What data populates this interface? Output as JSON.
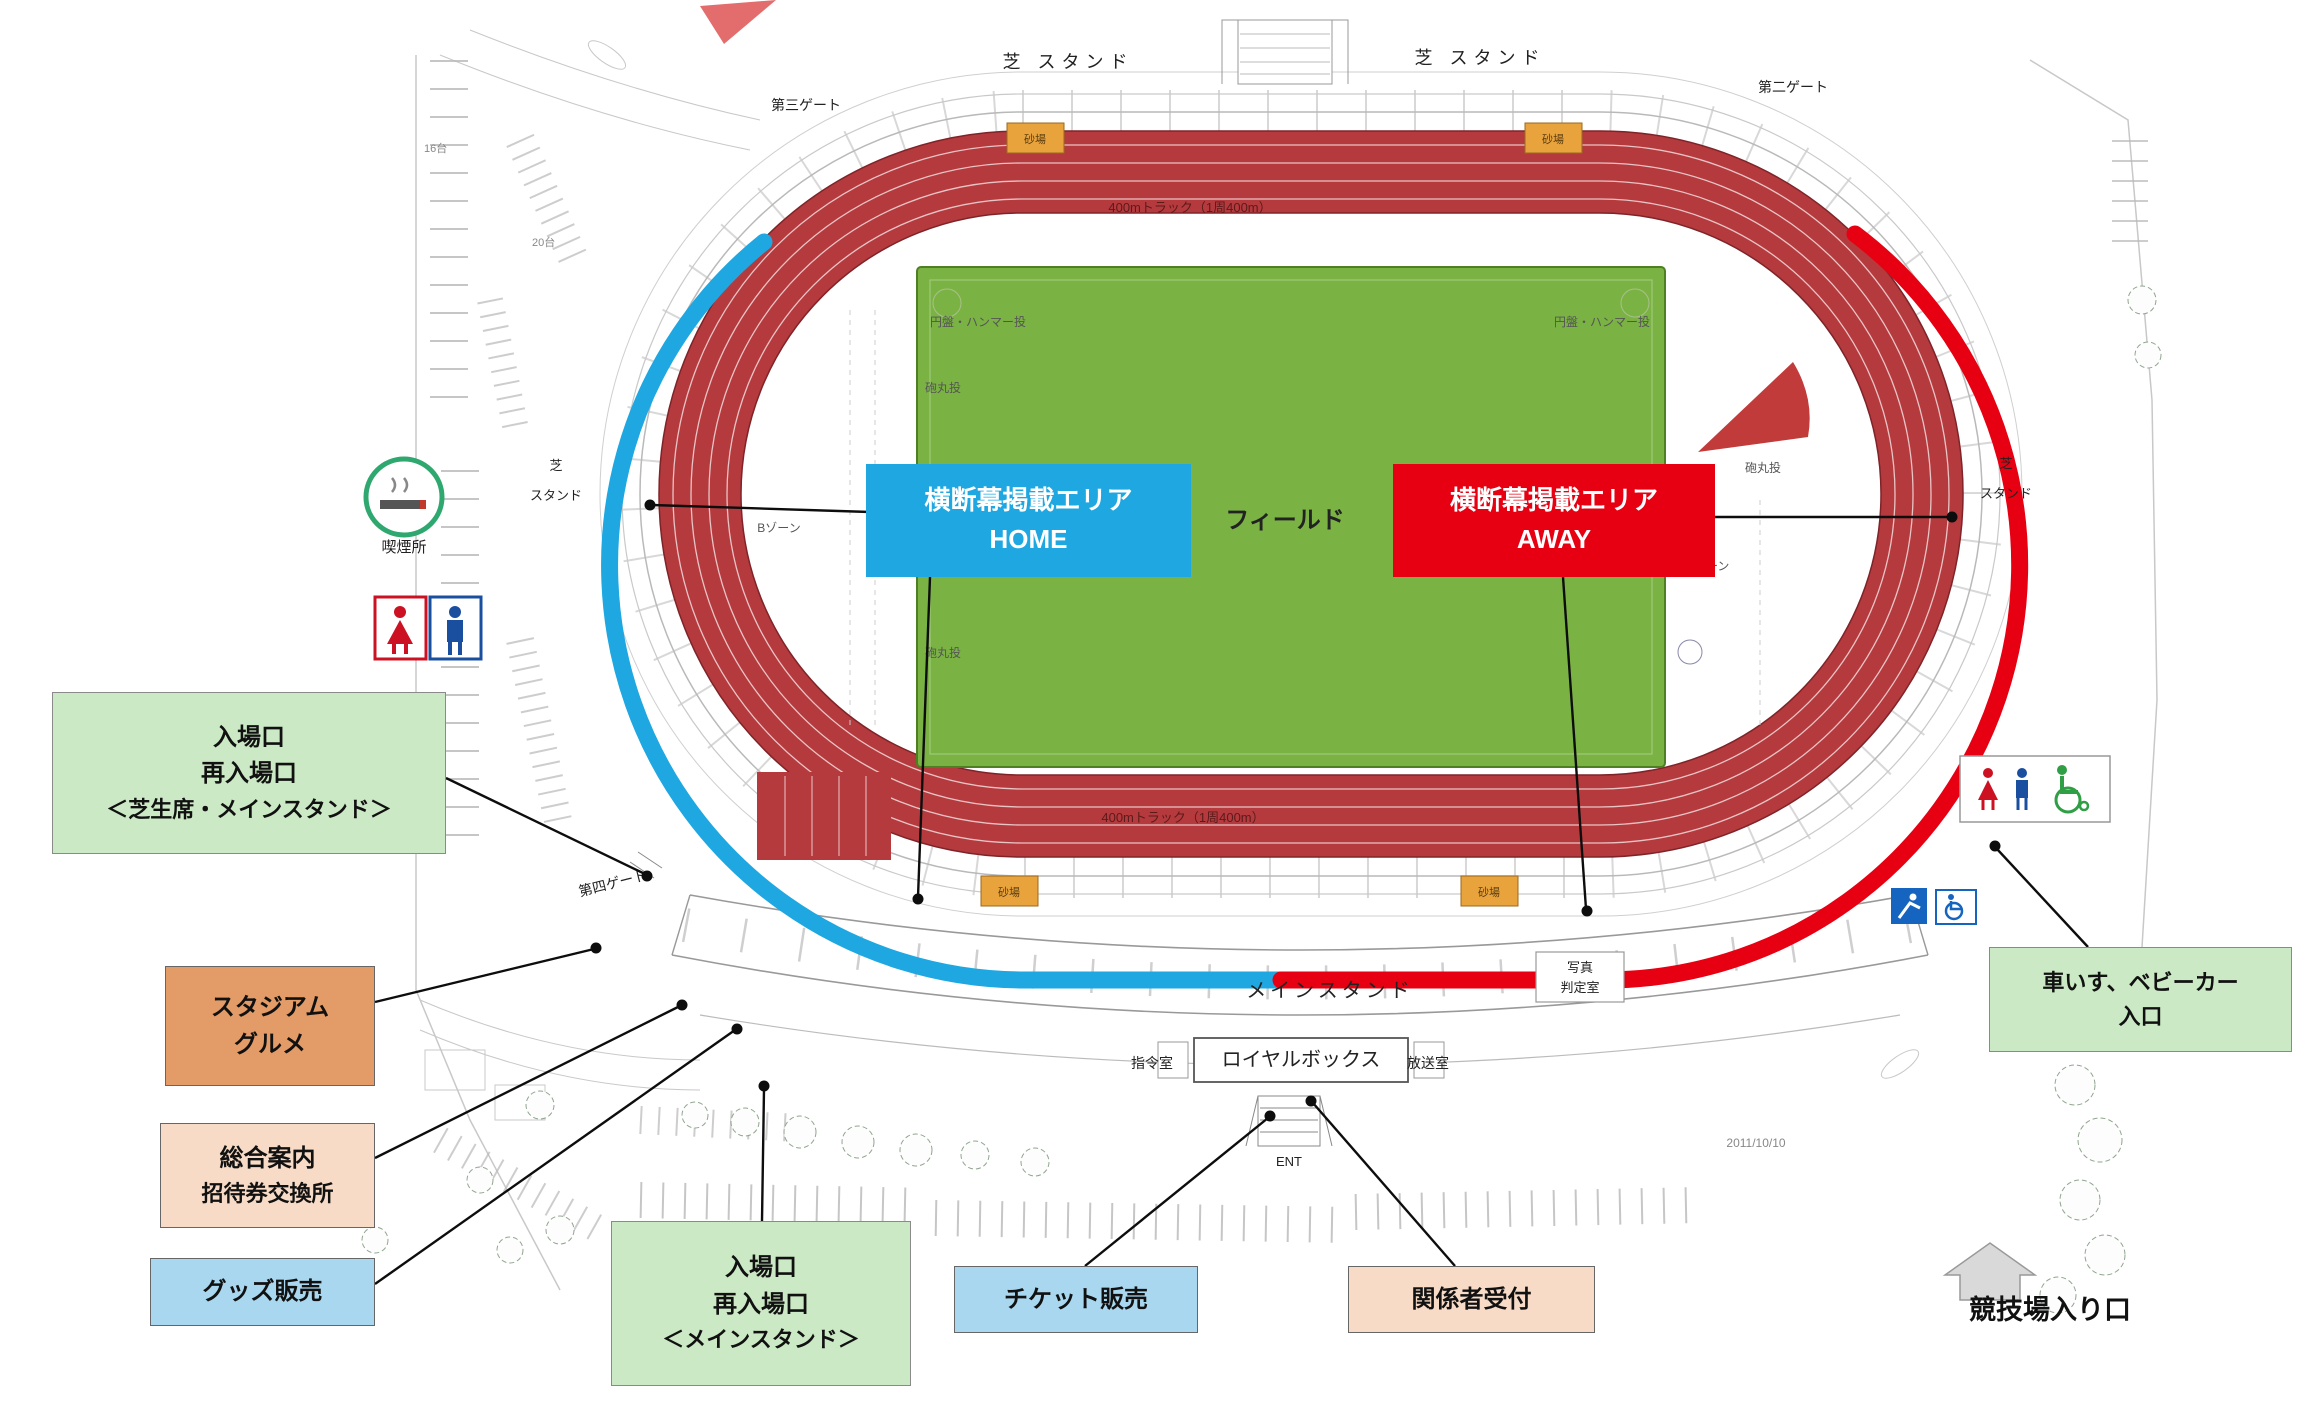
{
  "colors": {
    "home_blue": "#1ea7e1",
    "away_red": "#e60012",
    "track_red": "#b53a3e",
    "field_green": "#7ab344",
    "callout_green": "#cbe9c4",
    "callout_orange": "#e39b67",
    "callout_peach": "#f7dbc6",
    "callout_light_blue": "#a8d7ef"
  },
  "icons": [
    "smoking-area-icon",
    "womens-restroom-icon",
    "mens-restroom-icon",
    "accessible-restroom-icon",
    "slope-runner-icon",
    "wheelchair-icon",
    "entrance-arrow-icon"
  ],
  "callouts": {
    "home_banner": {
      "line1": "横断幕掲載エリア",
      "line2": "HOME"
    },
    "away_banner": {
      "line1": "横断幕掲載エリア",
      "line2": "AWAY"
    },
    "entrance_lawn": {
      "line1": "入場口",
      "line2": "再入場口",
      "line3": "＜芝生席・メインスタンド＞"
    },
    "stadium_gourmet": {
      "line1": "スタジアム",
      "line2": "グルメ"
    },
    "info_desk": {
      "line1": "総合案内",
      "line2": "招待券交換所"
    },
    "goods": {
      "line1": "グッズ販売"
    },
    "entrance_main": {
      "line1": "入場口",
      "line2": "再入場口",
      "line3": "＜メインスタンド＞"
    },
    "ticket_sales": {
      "line1": "チケット販売"
    },
    "staff_reception": {
      "line1": "関係者受付"
    },
    "wheelchair_entrance": {
      "line1": "車いす、ベビーカー",
      "line2": "入口"
    },
    "stadium_entrance": {
      "line1": "競技場入り口"
    }
  },
  "map_labels": {
    "lawn_stand_top_left": "芝 スタンド",
    "lawn_stand_top_right": "芝 スタンド",
    "lawn_stand_left_1": "芝",
    "lawn_stand_left_2": "スタンド",
    "lawn_stand_right_1": "芝",
    "lawn_stand_right_2": "スタンド",
    "gate_2": "第二ゲート",
    "gate_3": "第三ゲート",
    "gate_4": "第四ゲート",
    "field": "フィールド",
    "main_stand": "メインスタンド",
    "royal_box": "ロイヤルボックス",
    "smoking_area": "喫煙所",
    "command_room": "指令室",
    "broadcast_room": "放送室",
    "photo_judge_room_1": "写真",
    "photo_judge_room_2": "判定室",
    "ent": "ENT",
    "date_note": "2011/10/10",
    "sand_pit": "砂場",
    "zone_a": "Aゾーン",
    "zone_b": "Bゾーン",
    "discus_hammer_left": "円盤・ハンマー投",
    "discus_hammer_right": "円盤・ハンマー投",
    "shot_put_left": "砲丸投",
    "shot_put_lower": "砲丸投",
    "shot_put_right": "砲丸投",
    "track_note_top": "400mトラック（1周400m）",
    "track_note_bottom": "400mトラック（1周400m）",
    "parking_16": "16台",
    "parking_20": "20台"
  }
}
